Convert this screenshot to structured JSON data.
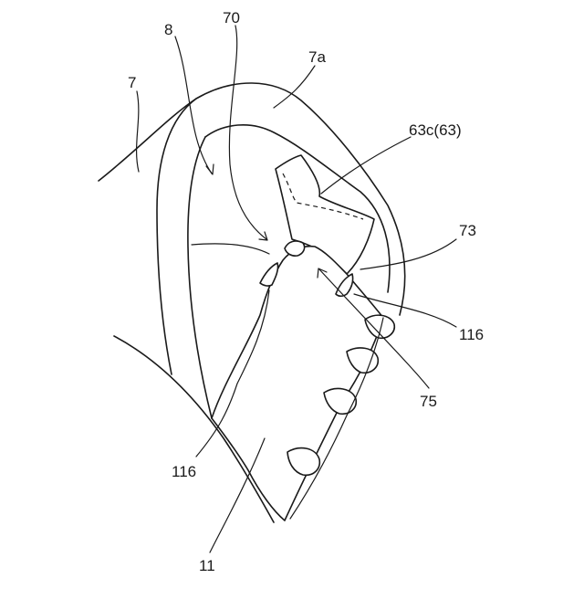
{
  "labels": {
    "ref_7": "7",
    "ref_8": "8",
    "ref_70": "70",
    "ref_7a": "7a",
    "ref_63c": "63c(63)",
    "ref_73": "73",
    "ref_116_right": "116",
    "ref_75": "75",
    "ref_116_left": "116",
    "ref_11": "11"
  }
}
